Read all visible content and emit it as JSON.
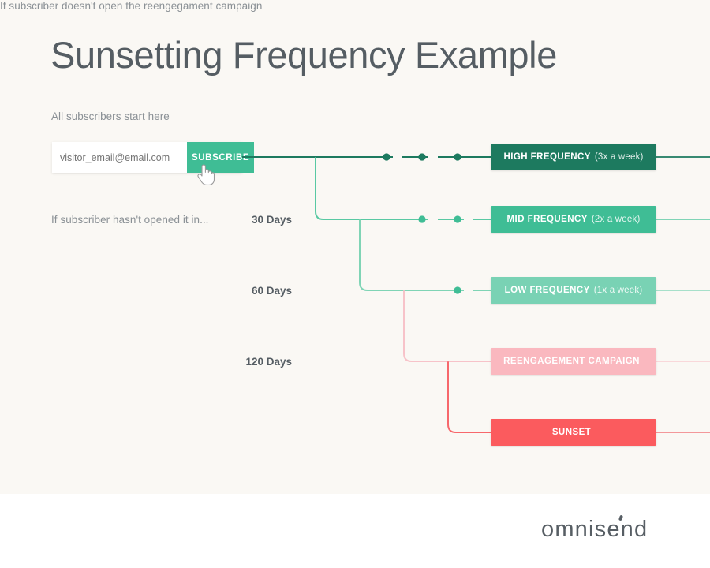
{
  "page": {
    "title": "Sunsetting Frequency Example",
    "background_color": "#faf8f4",
    "footer_background_color": "#ffffff"
  },
  "notes": {
    "start": "All subscribers start here",
    "unopened": "If subscriber hasn't opened it in...",
    "reengagement": "If subscriber doesn't open the reengegament campaign"
  },
  "day_labels": [
    {
      "id": "30-days",
      "text": "30 Days"
    },
    {
      "id": "60-days",
      "text": "60 Days"
    },
    {
      "id": "120-days",
      "text": "120 Days"
    }
  ],
  "subscribe_form": {
    "email_placeholder": "visitor_email@email.com",
    "email_value": "",
    "button_label": "SUBSCRIBE",
    "button_color": "#3fbd95",
    "cursor_icon": "pointing-hand-cursor-icon"
  },
  "flow_nodes": [
    {
      "id": "high-frequency",
      "label": "HIGH FREQUENCY",
      "sub": "(3x a week)",
      "color": "#1d7a5f",
      "dots": 3
    },
    {
      "id": "mid-frequency",
      "label": "MID FREQUENCY",
      "sub": "(2x a week)",
      "color": "#3fbd95",
      "dots": 2
    },
    {
      "id": "low-frequency",
      "label": "LOW FREQUENCY",
      "sub": "(1x a week)",
      "color": "#79d2b4",
      "dots": 1
    },
    {
      "id": "reengagement-campaign",
      "label": "REENGAGEMENT CAMPAIGN",
      "sub": "",
      "color": "#fab8bf",
      "dots": 0
    },
    {
      "id": "sunset",
      "label": "SUNSET",
      "sub": "",
      "color": "#fb5b5e",
      "dots": 0
    }
  ],
  "brand": {
    "name": "omnisend"
  },
  "colors": {
    "title_text": "#555d63",
    "note_text": "#8a9095",
    "day_text": "#555d63",
    "leader_line": "#d9d4cd",
    "dark_green": "#1d7a5f",
    "mid_green": "#3fbd95",
    "light_green": "#79d2b4",
    "pink": "#fab8bf",
    "red": "#fb5b5e"
  }
}
